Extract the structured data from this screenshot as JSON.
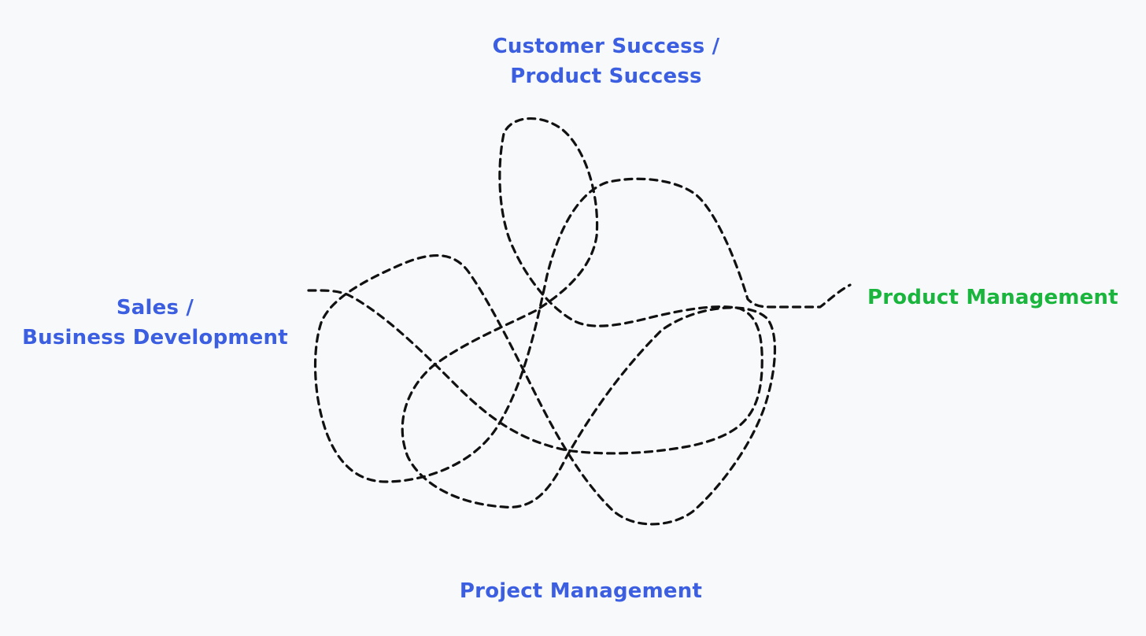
{
  "colors": {
    "background": "#f8f9fb",
    "role_blue": "#3b5fe0",
    "role_green": "#19b53c",
    "path": "#111111"
  },
  "labels": {
    "top": {
      "line1": "Customer Success /",
      "line2": "Product Success"
    },
    "left": {
      "line1": "Sales /",
      "line2": "Business Development"
    },
    "right": {
      "line1": "Product Management"
    },
    "bottom": {
      "line1": "Project Management"
    }
  }
}
